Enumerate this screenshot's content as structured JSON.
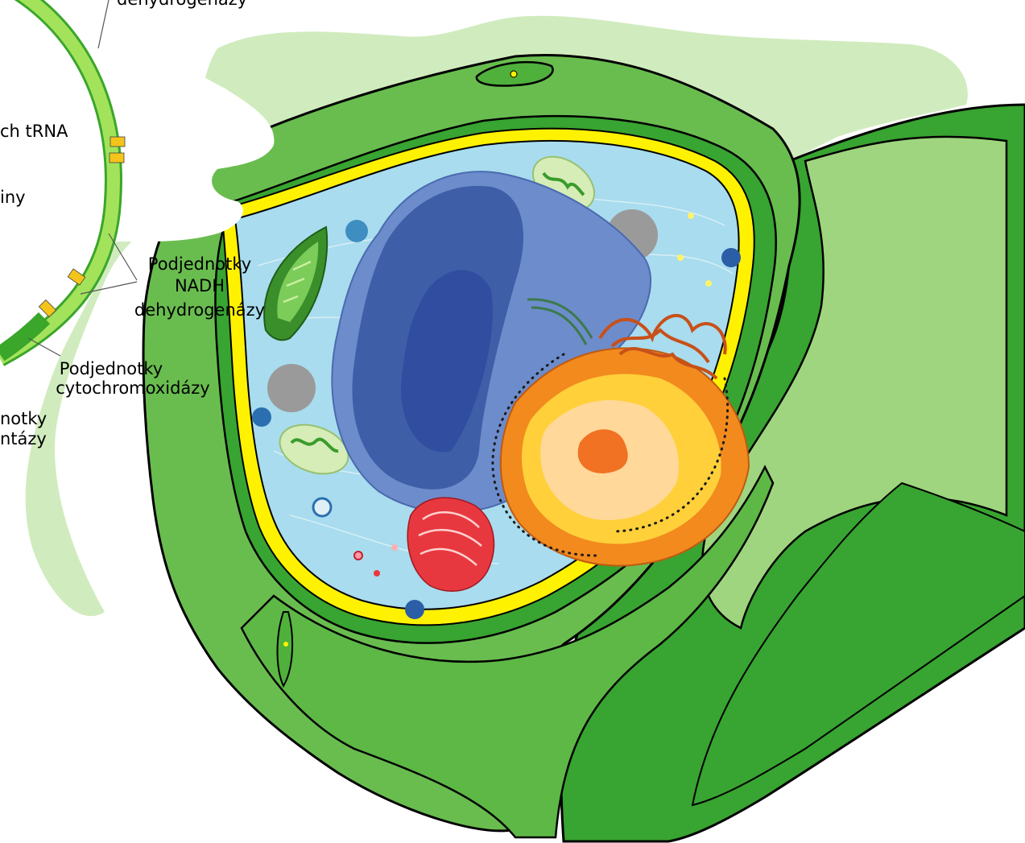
{
  "labels": {
    "top_partial": "dehydrogenázy",
    "trna_partial": "ch tRNA",
    "iny_partial": "iny",
    "nadh_line1": "Podjednotky",
    "nadh_line2": "NADH",
    "nadh_line3": "dehydrogenázy",
    "cox_line1": "Podjednotky",
    "cox_line2": "cytochromoxidázy",
    "atp_line1_partial": "notky",
    "atp_line2_partial": "ntázy"
  },
  "colors": {
    "background_leaf": "#d0ecbe",
    "cell_wall": "#69bd4f",
    "cell_wall_dark": "#38a431",
    "wall_outline": "#000000",
    "membrane_yellow": "#fff200",
    "cytoplasm": "#a8dcee",
    "nucleus_envelope": "#6d8ccb",
    "nucleus_inner": "#3f5ea8",
    "nucleus_dark": "#1e3a8a",
    "vacuole_orange": "#f28a1e",
    "vacuole_inner": "#ffd89a",
    "golgi_red": "#e8383f",
    "chloroplast": "#4faa3c",
    "mitochondrion": "#d6edb8",
    "vesicle_grey": "#9a9a9a",
    "ring_light": "#a3e35b",
    "ring_dark": "#3aa62a",
    "ring_gene": "#f4c41a"
  }
}
